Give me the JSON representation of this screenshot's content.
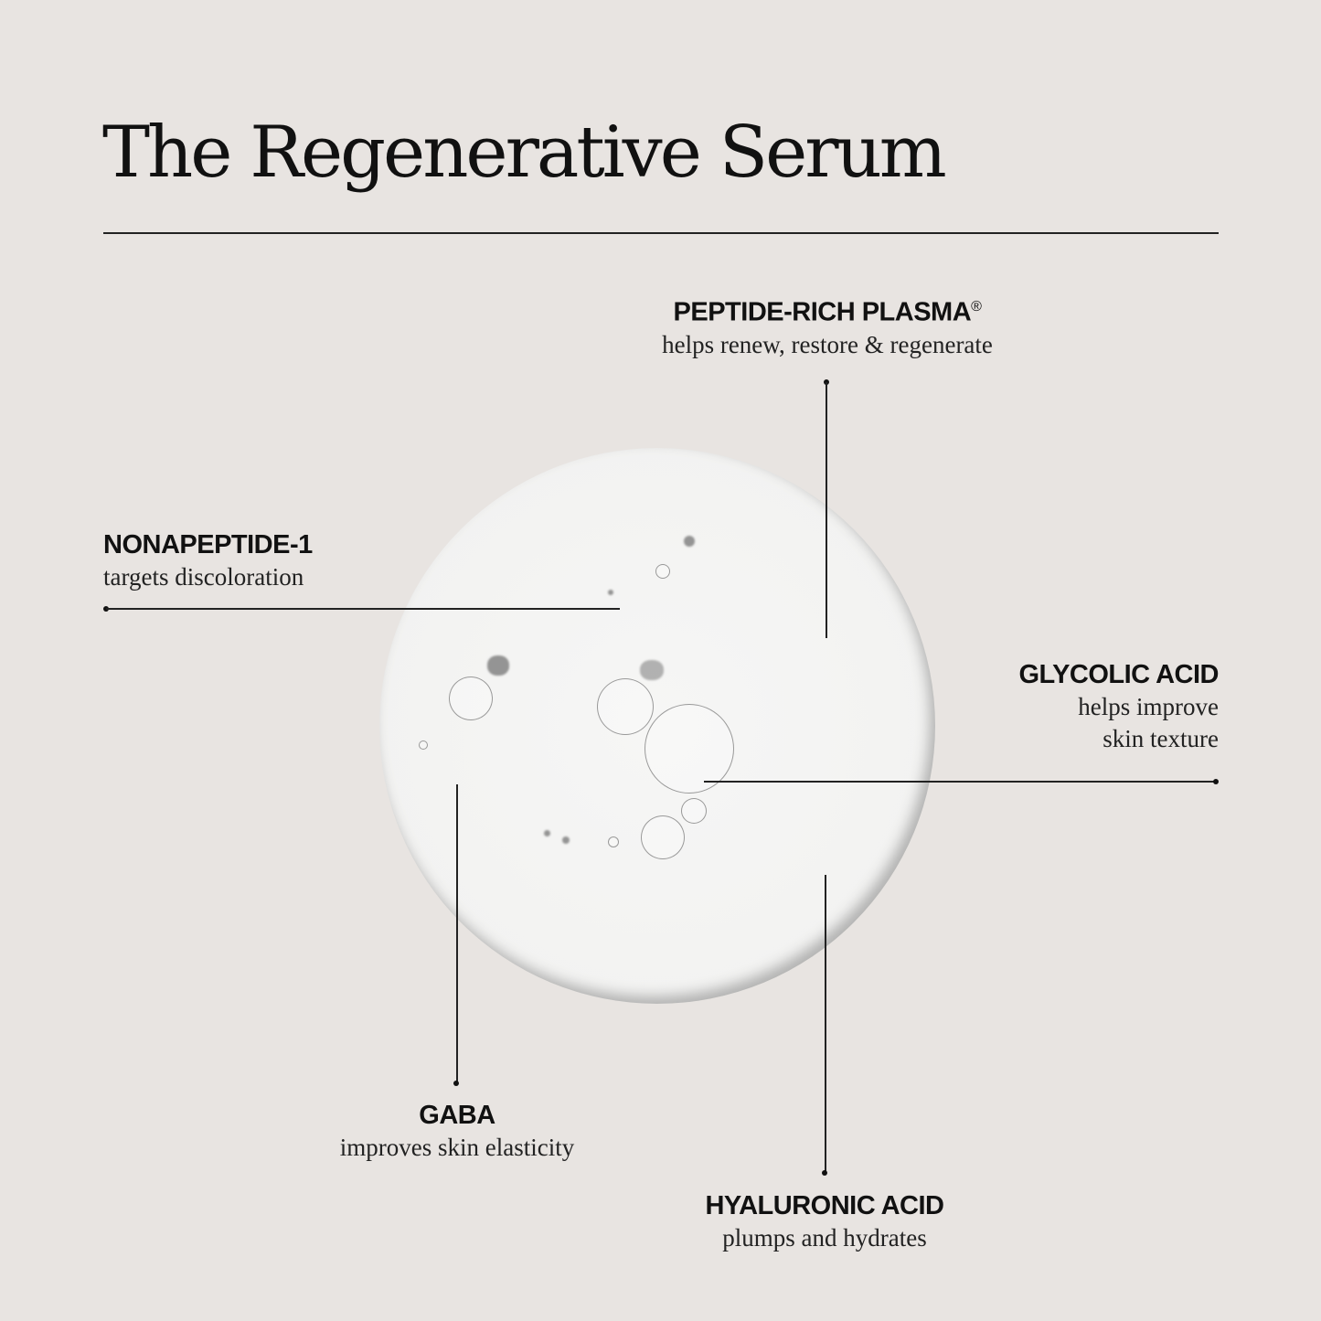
{
  "title": "The Regenerative Serum",
  "ingredients": [
    {
      "name": "PEPTIDE-RICH PLASMA",
      "mark": "®",
      "desc": "helps renew, restore & regenerate"
    },
    {
      "name": "NONAPEPTIDE-1",
      "desc": "targets discoloration"
    },
    {
      "name": "GLYCOLIC ACID",
      "desc_lines": [
        "helps improve",
        "skin texture"
      ]
    },
    {
      "name": "GABA",
      "desc": "improves skin elasticity"
    },
    {
      "name": "HYALURONIC ACID",
      "desc": "plumps and hydrates"
    }
  ],
  "colors": {
    "background": "#e8e4e1",
    "text": "#111111"
  }
}
